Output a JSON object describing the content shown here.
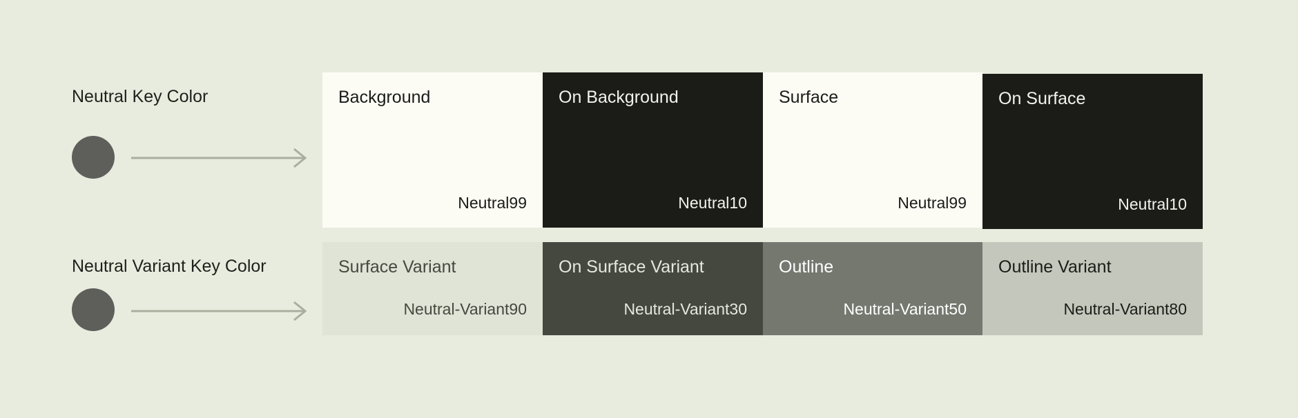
{
  "rows": [
    {
      "label": "Neutral Key Color",
      "key_color": "#5e5f5a",
      "tiles": [
        {
          "name": "Background",
          "tone": "Neutral99",
          "bg": "#fcfcf5",
          "fg": "#1b1c18"
        },
        {
          "name": "On Background",
          "tone": "Neutral10",
          "bg": "#1b1c18",
          "fg": "#f2f2ea"
        },
        {
          "name": "Surface",
          "tone": "Neutral99",
          "bg": "#fcfcf5",
          "fg": "#1b1c18"
        },
        {
          "name": "On Surface",
          "tone": "Neutral10",
          "bg": "#1b1c18",
          "fg": "#f2f2ea"
        }
      ]
    },
    {
      "label": "Neutral Variant Key Color",
      "key_color": "#5e5f5a",
      "tiles": [
        {
          "name": "Surface Variant",
          "tone": "Neutral-Variant90",
          "bg": "#e0e4d7",
          "fg": "#45483f"
        },
        {
          "name": "On Surface Variant",
          "tone": "Neutral-Variant30",
          "bg": "#45483f",
          "fg": "#e6e8dd"
        },
        {
          "name": "Outline",
          "tone": "Neutral-Variant50",
          "bg": "#75786f",
          "fg": "#ffffff"
        },
        {
          "name": "Outline Variant",
          "tone": "Neutral-Variant80",
          "bg": "#c4c7bb",
          "fg": "#1b1c18"
        }
      ]
    }
  ]
}
